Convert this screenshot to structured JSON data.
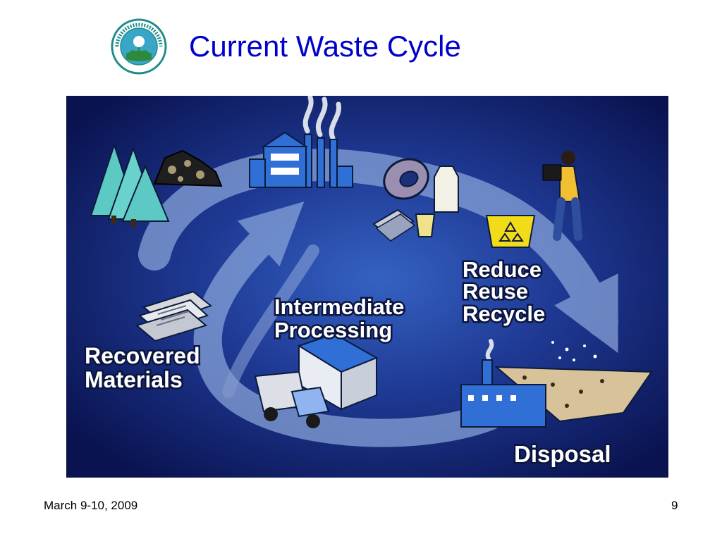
{
  "slide": {
    "title": "Current Waste Cycle",
    "footer_date": "March 9-10, 2009",
    "page_number": "9"
  },
  "diagram": {
    "labels": {
      "intermediate_line1": "Intermediate",
      "intermediate_line2": "Processing",
      "reduce": "Reduce",
      "reuse": "Reuse",
      "recycle": "Recycle",
      "recovered_line1": "Recovered",
      "recovered_line2": "Materials",
      "disposal": "Disposal"
    }
  },
  "colors": {
    "title": "#0000cc",
    "panel_center": "#2c54b4",
    "panel_edge": "#0a1350",
    "arrow": "#7f9bd2",
    "building_blue": "#2f6fd6",
    "tree_teal": "#5cc9c4",
    "recycle_yellow": "#f2dc1a"
  }
}
